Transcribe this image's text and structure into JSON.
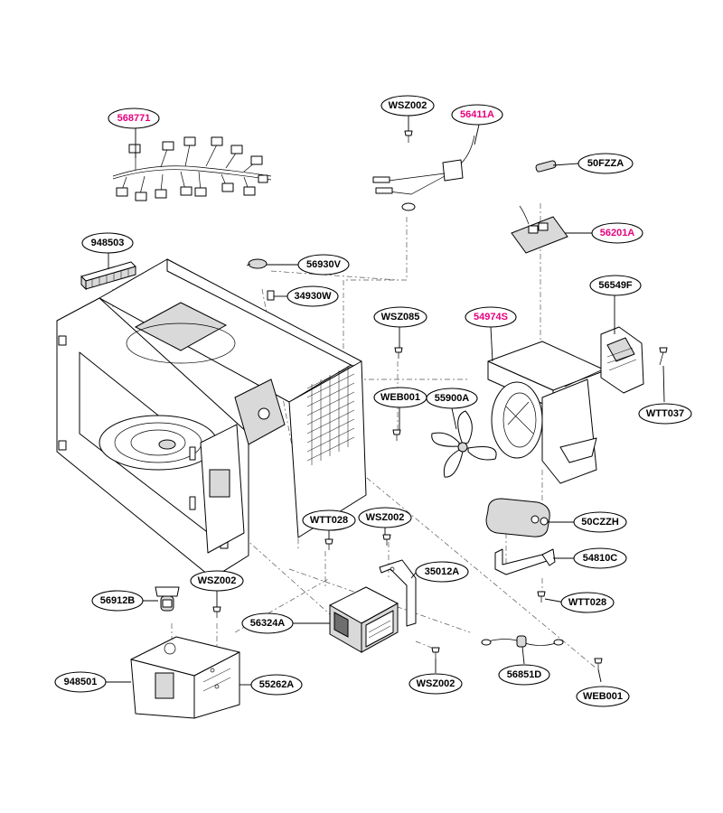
{
  "colors": {
    "highlight": "#e6007e",
    "normal": "#000000",
    "background": "#ffffff"
  },
  "labels": [
    {
      "id": "l568771",
      "text": "568771",
      "highlight": true
    },
    {
      "id": "lWSZ002a",
      "text": "WSZ002",
      "highlight": false
    },
    {
      "id": "l56411A",
      "text": "56411A",
      "highlight": true
    },
    {
      "id": "l50FZZA",
      "text": "50FZZA",
      "highlight": false
    },
    {
      "id": "l56201A",
      "text": "56201A",
      "highlight": true
    },
    {
      "id": "l948503",
      "text": "948503",
      "highlight": false
    },
    {
      "id": "l56930V",
      "text": "56930V",
      "highlight": false
    },
    {
      "id": "l34930W",
      "text": "34930W",
      "highlight": false
    },
    {
      "id": "lWSZ085",
      "text": "WSZ085",
      "highlight": false
    },
    {
      "id": "l54974S",
      "text": "54974S",
      "highlight": true
    },
    {
      "id": "l56549F",
      "text": "56549F",
      "highlight": false
    },
    {
      "id": "lWEB001a",
      "text": "WEB001",
      "highlight": false
    },
    {
      "id": "l55900A",
      "text": "55900A",
      "highlight": false
    },
    {
      "id": "lWTT037",
      "text": "WTT037",
      "highlight": false
    },
    {
      "id": "lWTT028a",
      "text": "WTT028",
      "highlight": false
    },
    {
      "id": "lWSZ002b",
      "text": "WSZ002",
      "highlight": false
    },
    {
      "id": "l50CZZH",
      "text": "50CZZH",
      "highlight": false
    },
    {
      "id": "l54810C",
      "text": "54810C",
      "highlight": false
    },
    {
      "id": "l35012A",
      "text": "35012A",
      "highlight": false
    },
    {
      "id": "lWSZ002c",
      "text": "WSZ002",
      "highlight": false
    },
    {
      "id": "l56912B",
      "text": "56912B",
      "highlight": false
    },
    {
      "id": "lWTT028b",
      "text": "WTT028",
      "highlight": false
    },
    {
      "id": "l56324A",
      "text": "56324A",
      "highlight": false
    },
    {
      "id": "l948501",
      "text": "948501",
      "highlight": false
    },
    {
      "id": "l55262A",
      "text": "55262A",
      "highlight": false
    },
    {
      "id": "lWSZ002d",
      "text": "WSZ002",
      "highlight": false
    },
    {
      "id": "l56851D",
      "text": "56851D",
      "highlight": false
    },
    {
      "id": "lWEB001b",
      "text": "WEB001",
      "highlight": false
    }
  ]
}
